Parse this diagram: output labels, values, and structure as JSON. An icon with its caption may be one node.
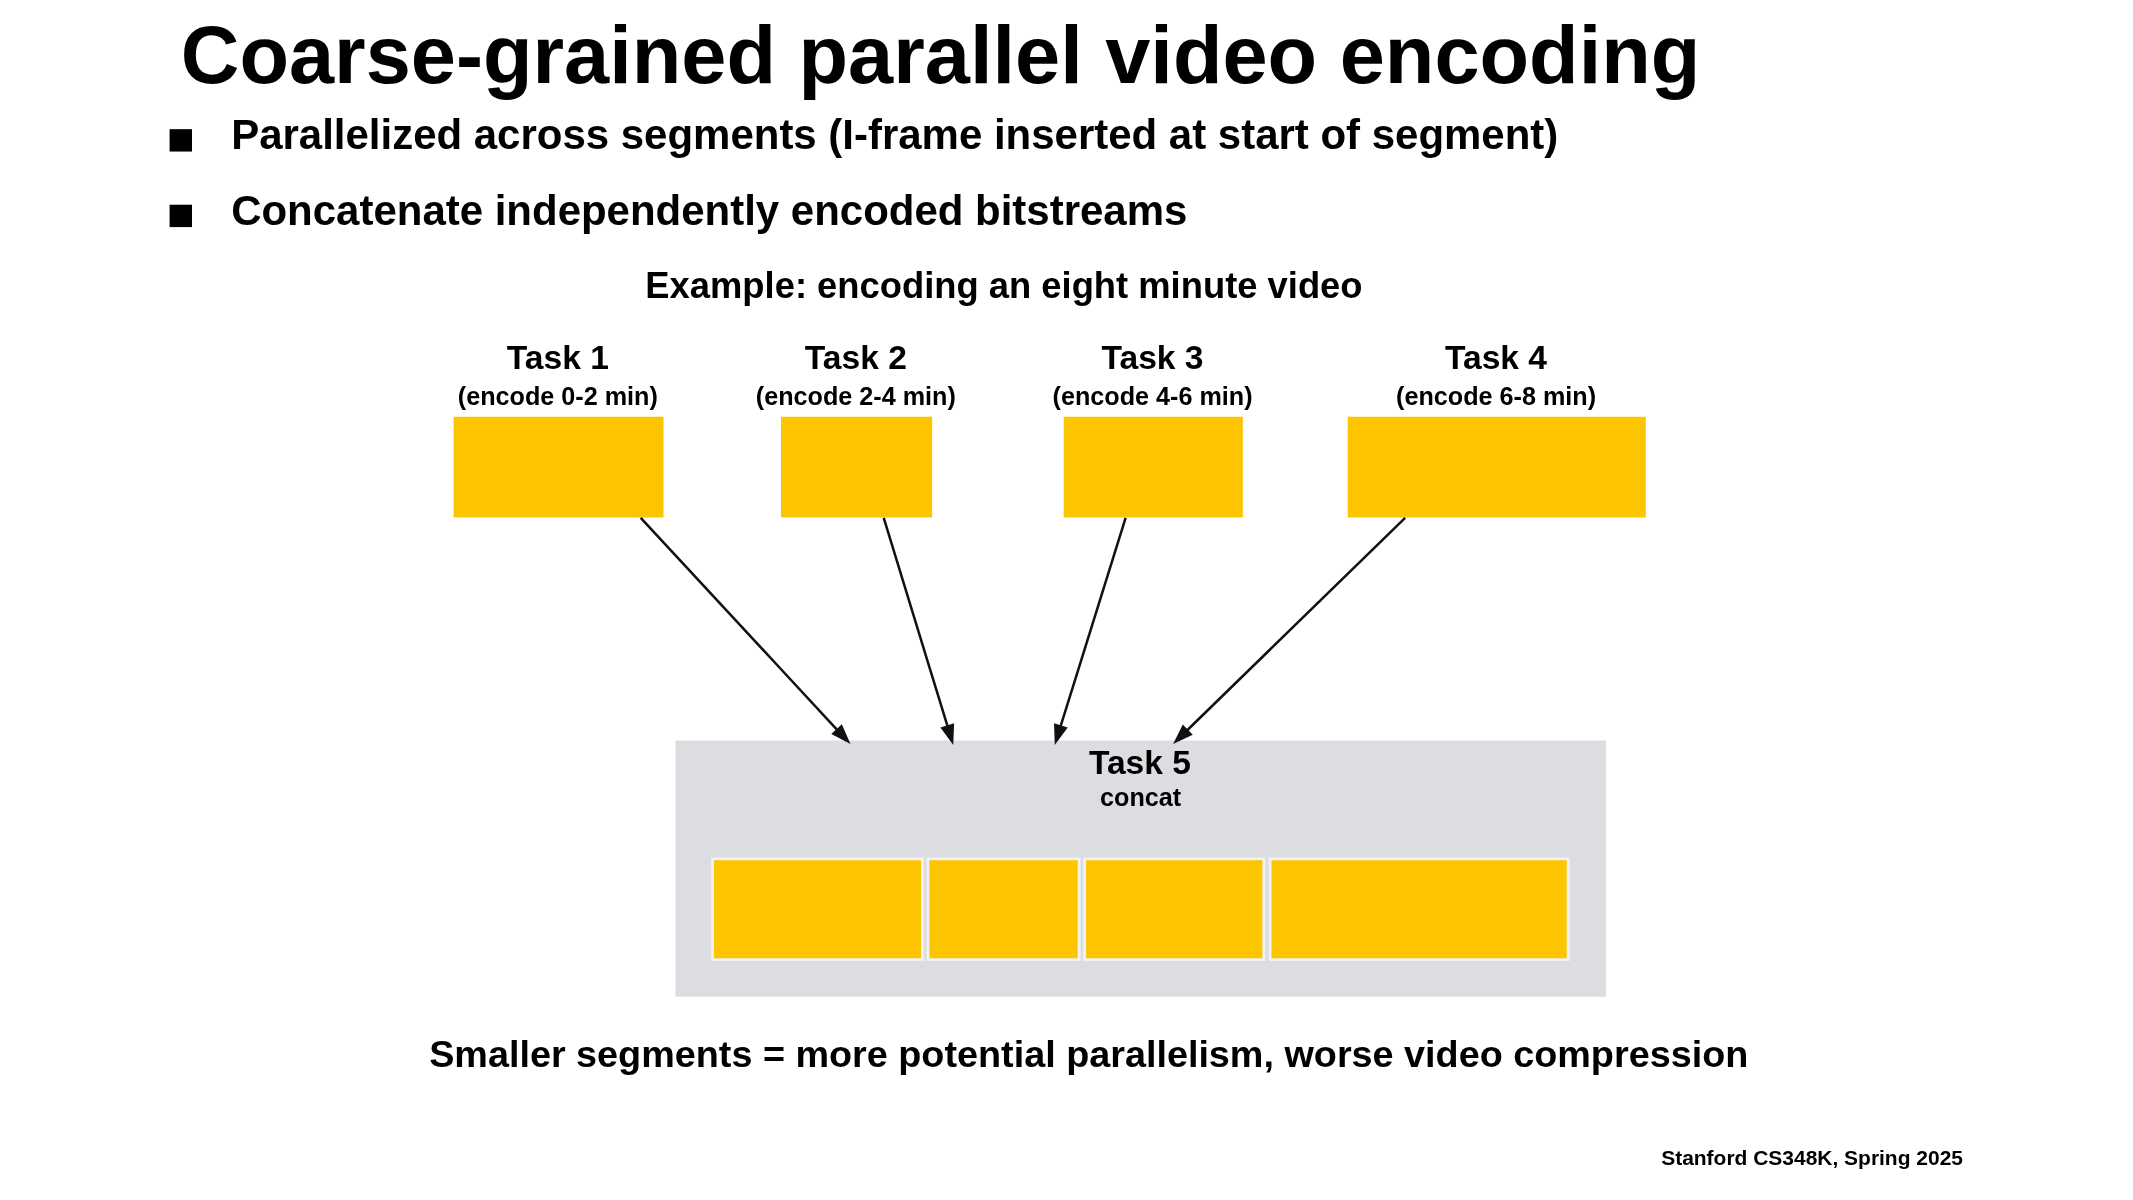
{
  "diagram": {
    "title": "Coarse-grained parallel video encoding",
    "nodes": [
      {
        "text": [
          "Task 1",
          "(encode 0-2 min)"
        ]
      },
      {
        "text": [
          "Task 2",
          "(encode 2-4 min)"
        ]
      },
      {
        "text": [
          "Task 3",
          "(encode 4-6 min)"
        ]
      },
      {
        "text": [
          "Task 4",
          "(encode 6-8 min)"
        ]
      },
      {
        "text": [
          "Task 5",
          "concat"
        ]
      },
      {
        "text": [],
        "shape": "box",
        "in": 4
      },
      {
        "text": [],
        "shape": "box",
        "in": 4
      },
      {
        "text": [],
        "shape": "box",
        "in": 4
      },
      {
        "text": [],
        "shape": "box",
        "in": 4
      }
    ],
    "edges": [
      {
        "from": 0,
        "to": 4,
        "arrow": "to"
      },
      {
        "from": 1,
        "to": 4,
        "arrow": "to"
      },
      {
        "from": 2,
        "to": 4,
        "arrow": "to"
      },
      {
        "from": 3,
        "to": 4,
        "arrow": "to"
      }
    ],
    "labels": [
      "Parallelized across segments (I-frame inserted at start of segment)",
      "Concatenate independently encoded bitstreams",
      "Example: encoding an eight minute video",
      "Smaller segments = more potential parallelism, worse video compression",
      "Stanford CS348K, Spring 2025"
    ]
  }
}
